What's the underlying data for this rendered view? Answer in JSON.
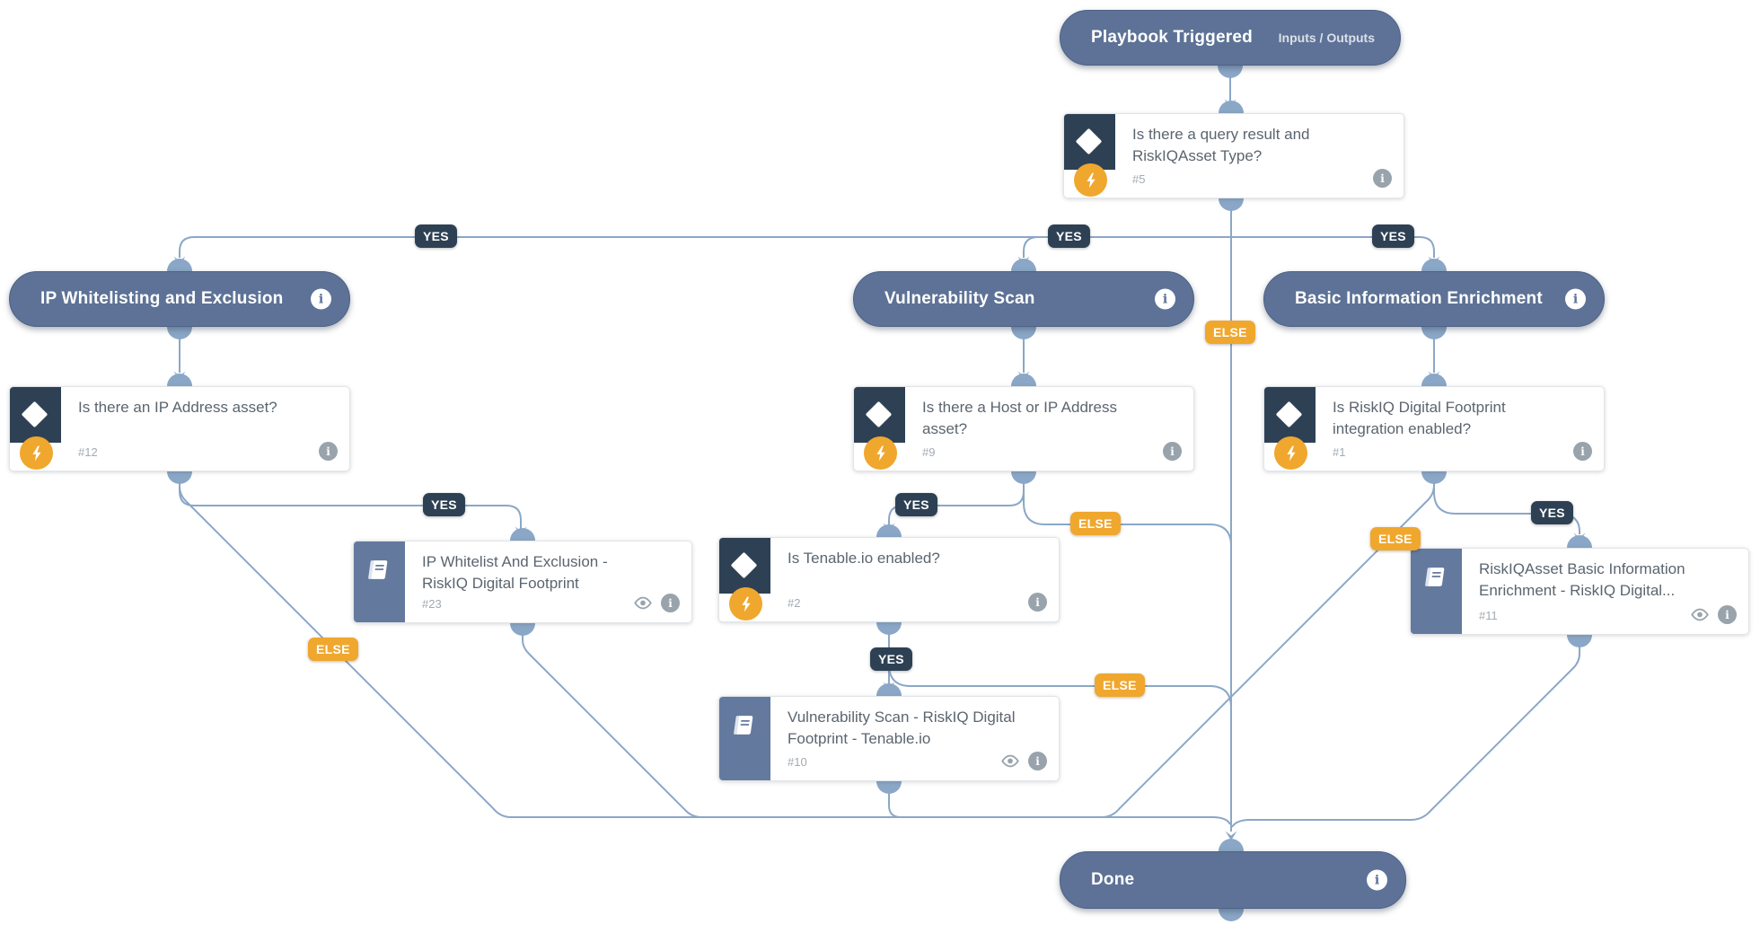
{
  "trigger": {
    "label": "Playbook Triggered",
    "meta": "Inputs / Outputs"
  },
  "done": {
    "label": "Done"
  },
  "sections": {
    "ip": {
      "label": "IP Whitelisting and Exclusion"
    },
    "vuln": {
      "label": "Vulnerability Scan"
    },
    "basic": {
      "label": "Basic Information Enrichment"
    }
  },
  "tasks": {
    "t5": {
      "title": "Is there a query result and RiskIQAsset Type?",
      "id": "#5"
    },
    "t12": {
      "title": "Is there an IP Address asset?",
      "id": "#12"
    },
    "t9": {
      "title": "Is there a Host or IP Address asset?",
      "id": "#9"
    },
    "t1": {
      "title": "Is RiskIQ Digital Footprint integration enabled?",
      "id": "#1"
    },
    "t2": {
      "title": "Is Tenable.io enabled?",
      "id": "#2"
    },
    "t23": {
      "title": "IP Whitelist And Exclusion - RiskIQ Digital Footprint",
      "id": "#23"
    },
    "t10": {
      "title": "Vulnerability Scan - RiskIQ Digital Footprint - Tenable.io",
      "id": "#10"
    },
    "t11": {
      "title": "RiskIQAsset Basic Information Enrichment - RiskIQ Digital...",
      "id": "#11"
    }
  },
  "labels": {
    "yes": "YES",
    "else": "ELSE",
    "info": "i"
  },
  "colors": {
    "node_header": "#5d7296",
    "playbook_sidebar": "#64799e",
    "condition_navy": "#2e4154",
    "accent_orange": "#f0a72e",
    "connector": "#8ba7c7"
  }
}
